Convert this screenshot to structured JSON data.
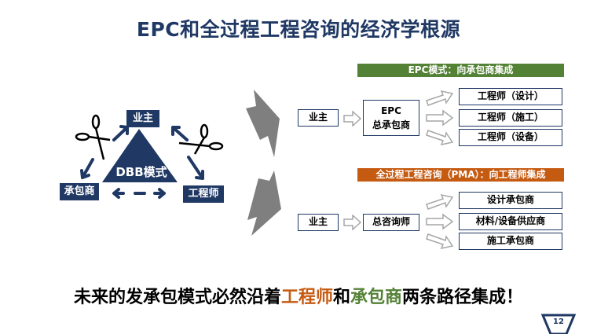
{
  "title": "EPC和全过程工程咨询的经济学根源",
  "dbb": {
    "center_label": "DBB模式",
    "owner": "业主",
    "contractor": "承包商",
    "engineer": "工程师",
    "scissors_icon": "scissors-icon"
  },
  "epc": {
    "banner": "EPC模式：向承包商集成",
    "banner_color": "#538135",
    "owner": "业主",
    "main_line1": "EPC",
    "main_line2": "总承包商",
    "targets": [
      "工程师（设计）",
      "工程师（施工）",
      "工程师（设备）"
    ]
  },
  "pma": {
    "banner": "全过程工程咨询（PMA）：向工程师集成",
    "banner_color": "#c55a11",
    "owner": "业主",
    "main": "总咨询师",
    "targets": [
      "设计承包商",
      "材料/设备供应商",
      "施工承包商"
    ]
  },
  "conclusion": {
    "part1": "未来的发承包模式必然沿着",
    "highlight1": "工程师",
    "part2": "和",
    "highlight2": "承包商",
    "part3": "两条路径集成！"
  },
  "page_number": "12",
  "colors": {
    "navy": "#1f3864",
    "orange": "#c55a11",
    "green": "#538135",
    "gray_arrow": "#7f7f7f"
  }
}
